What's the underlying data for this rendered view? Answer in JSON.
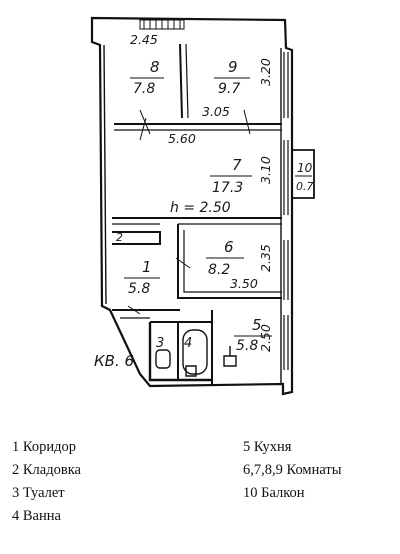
{
  "plan": {
    "apartment_label": "КВ. 6",
    "ceiling_height": "h = 2.50",
    "rooms": [
      {
        "number": "8",
        "area": "7.8"
      },
      {
        "number": "9",
        "area": "9.7"
      },
      {
        "number": "7",
        "area": "17.3"
      },
      {
        "number": "10",
        "area": "0.7"
      },
      {
        "number": "6",
        "area": "8.2"
      },
      {
        "number": "1",
        "area": "5.8"
      },
      {
        "number": "5",
        "area": "5.8"
      },
      {
        "number": "2",
        "area": ""
      },
      {
        "number": "3",
        "area": ""
      },
      {
        "number": "4",
        "area": ""
      }
    ],
    "dimensions": [
      "2.45",
      "3.20",
      "3.05",
      "5.60",
      "3.10",
      "2.35",
      "3.50",
      "2.50"
    ]
  },
  "legend": {
    "left": [
      "1 Коридор",
      "2 Кладовка",
      "3 Туалет",
      "4 Ванна"
    ],
    "right": [
      "5 Кухня",
      "6,7,8,9 Комнаты",
      "10 Балкон"
    ]
  }
}
